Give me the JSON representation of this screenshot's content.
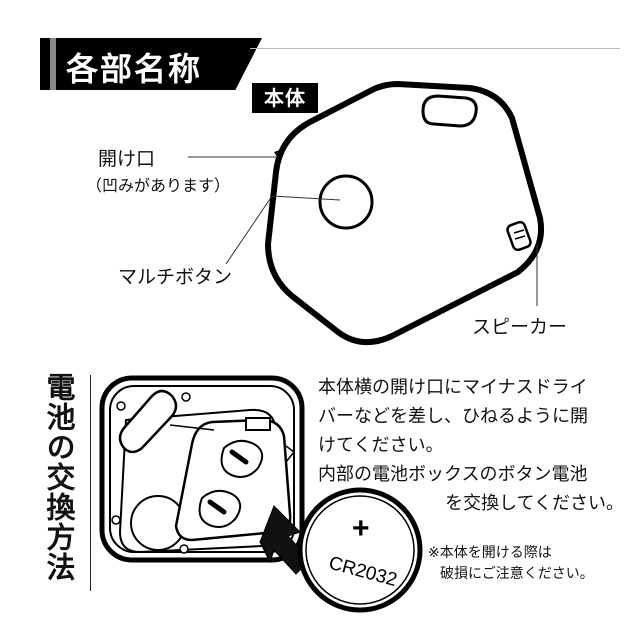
{
  "header": {
    "title": "各部名称"
  },
  "device": {
    "badge": "本体",
    "labels": {
      "opening": "開け口",
      "opening_note": "（凹みがあります）",
      "multi_button": "マルチボタン",
      "speaker": "スピーカー"
    }
  },
  "battery_section": {
    "title": "電池の交換方法",
    "instructions": [
      "本体横の開け口にマイナスドライ",
      "バーなどを差し、ひねるように開",
      "けてください。",
      "内部の電池ボックスのボタン電池",
      "を交換してください。"
    ],
    "coin_cell_label": "CR2032",
    "coin_cell_symbol": "+",
    "note": [
      "※本体を開ける際は",
      "破損にご注意ください。"
    ]
  }
}
